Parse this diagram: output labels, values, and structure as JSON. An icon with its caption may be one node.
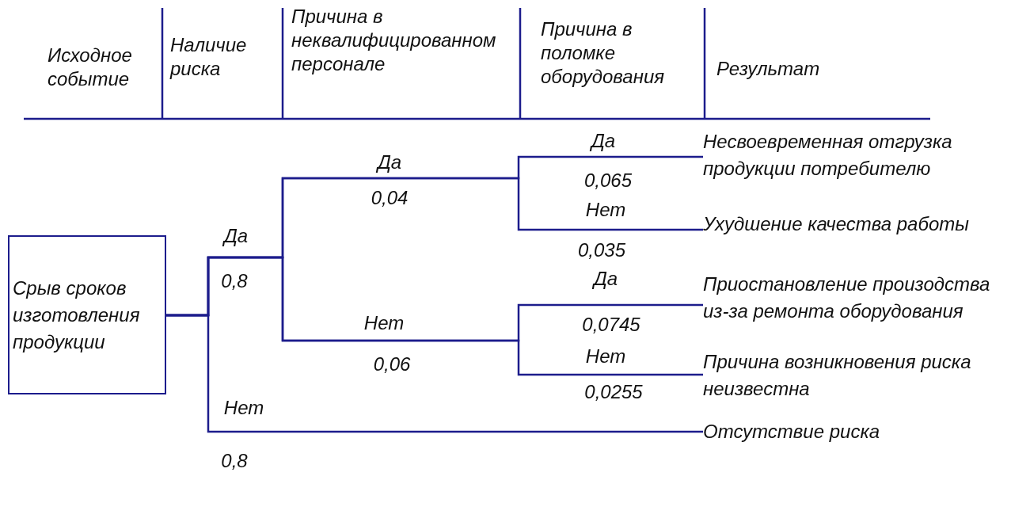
{
  "diagram": {
    "nodes": [
      {
        "text": [
          "Срыв сроков изготовления продукции"
        ]
      },
      {
        "text": [
          "Несвоевременная отгрузка продукции потребителю"
        ]
      },
      {
        "text": [
          "Ухудшение качества работы"
        ]
      },
      {
        "text": [
          "Приостановление произодства из-за ремонта оборудования"
        ]
      },
      {
        "text": [
          "Причина возникновения риска неизвестна"
        ]
      },
      {
        "text": [
          "Отсутствие риска"
        ]
      }
    ],
    "edges": [
      {
        "from": 0,
        "to": 1,
        "arrow": "none"
      },
      {
        "from": 0,
        "to": 2,
        "arrow": "none"
      },
      {
        "from": 0,
        "to": 3,
        "arrow": "none"
      },
      {
        "from": 0,
        "to": 4,
        "arrow": "none"
      },
      {
        "from": 0,
        "to": 5,
        "arrow": "none"
      }
    ],
    "labels": [
      "Исходное событие",
      "Наличие риска",
      "Причина в неквалифицированном персонале",
      "Причина в поломке оборудования",
      "Результат",
      "Да",
      "Да",
      "0,065",
      "0,04",
      "Нет",
      "Да",
      "0,035",
      "0,8",
      "Да",
      "Нет",
      "0,0745",
      "Нет",
      "0,06",
      "0,0255",
      "Нет",
      "0,8"
    ]
  }
}
